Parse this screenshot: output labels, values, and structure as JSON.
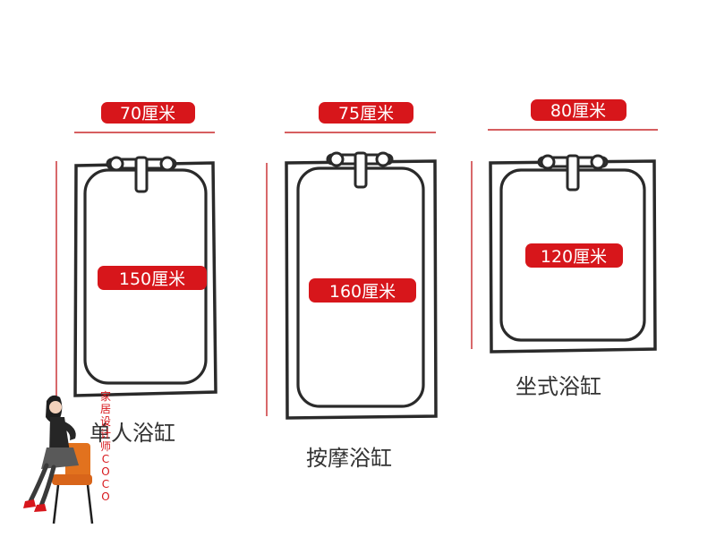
{
  "diagram": {
    "tubs": [
      {
        "name": "单人浴缸",
        "width_label": "70厘米",
        "length_label": "150厘米"
      },
      {
        "name": "按摩浴缸",
        "width_label": "75厘米",
        "length_label": "160厘米"
      },
      {
        "name": "坐式浴缸",
        "width_label": "80厘米",
        "length_label": "120厘米"
      }
    ]
  },
  "watermark": {
    "text": "家居设计师COCO"
  },
  "colors": {
    "label_red": "#d7161b",
    "outline": "#2a2a2a",
    "dim_line": "#c8282c"
  }
}
